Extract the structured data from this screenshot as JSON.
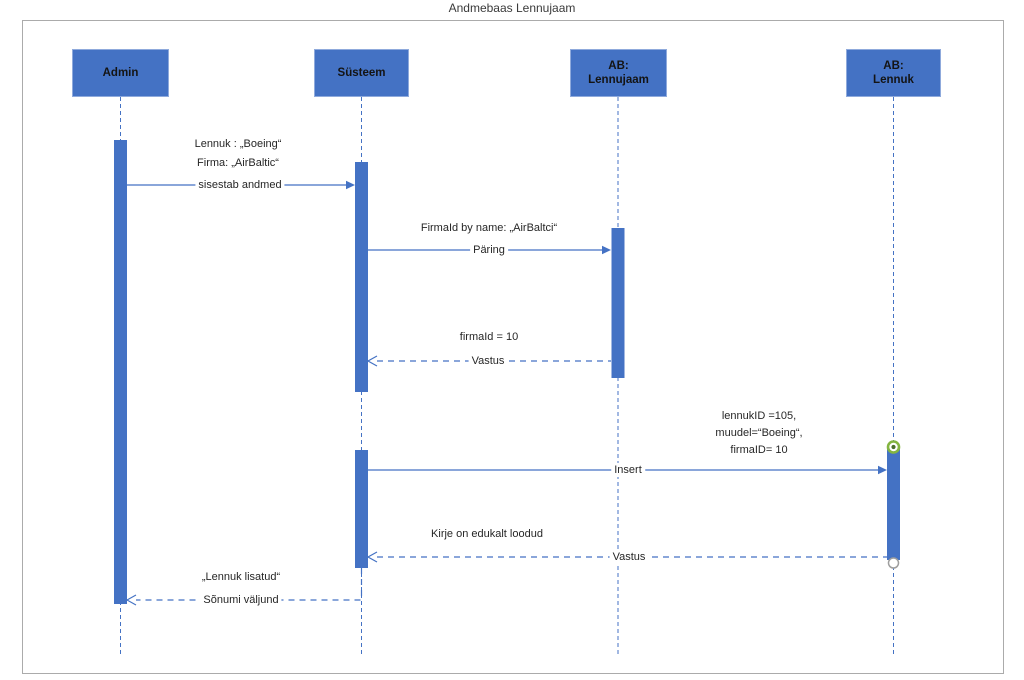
{
  "title": "Andmebaas Lennujaam",
  "actors": [
    {
      "id": "admin",
      "label": "Admin"
    },
    {
      "id": "susteem",
      "label": "Süsteem"
    },
    {
      "id": "ab-lennujaam",
      "label": "AB:\nLennujaam"
    },
    {
      "id": "ab-lennuk",
      "label": "AB:\nLennuk"
    }
  ],
  "messages": [
    {
      "notes": [
        "Lennuk : „Boeing“",
        "Firma: „AirBaltic“"
      ],
      "label": "sisestab andmed",
      "type": "sync",
      "from": "admin",
      "to": "susteem"
    },
    {
      "notes": [
        "FirmaId by name: „AirBaltci“"
      ],
      "label": "Päring",
      "type": "sync",
      "from": "susteem",
      "to": "ab-lennujaam"
    },
    {
      "notes": [
        "firmaId = 10"
      ],
      "label": "Vastus",
      "type": "return",
      "from": "ab-lennujaam",
      "to": "susteem"
    },
    {
      "notes": [
        "lennukID =105,",
        "muudel=“Boeing“,",
        "firmaID= 10"
      ],
      "label": "Insert",
      "type": "sync",
      "from": "susteem",
      "to": "ab-lennuk"
    },
    {
      "notes": [
        "Kirje on edukalt loodud"
      ],
      "label": "Vastus",
      "type": "return",
      "from": "ab-lennuk",
      "to": "susteem"
    },
    {
      "notes": [
        "„Lennuk lisatud“"
      ],
      "label": "Sõnumi väljund",
      "type": "return",
      "from": "susteem",
      "to": "admin"
    }
  ],
  "colors": {
    "shape_blue": "#4472C4",
    "shape_border": "#8faadc",
    "frame_gray": "#ababab",
    "marker_green": "#84b541",
    "marker_green_dot": "#4a6e2a",
    "marker_white_border": "#9e9e9e"
  }
}
